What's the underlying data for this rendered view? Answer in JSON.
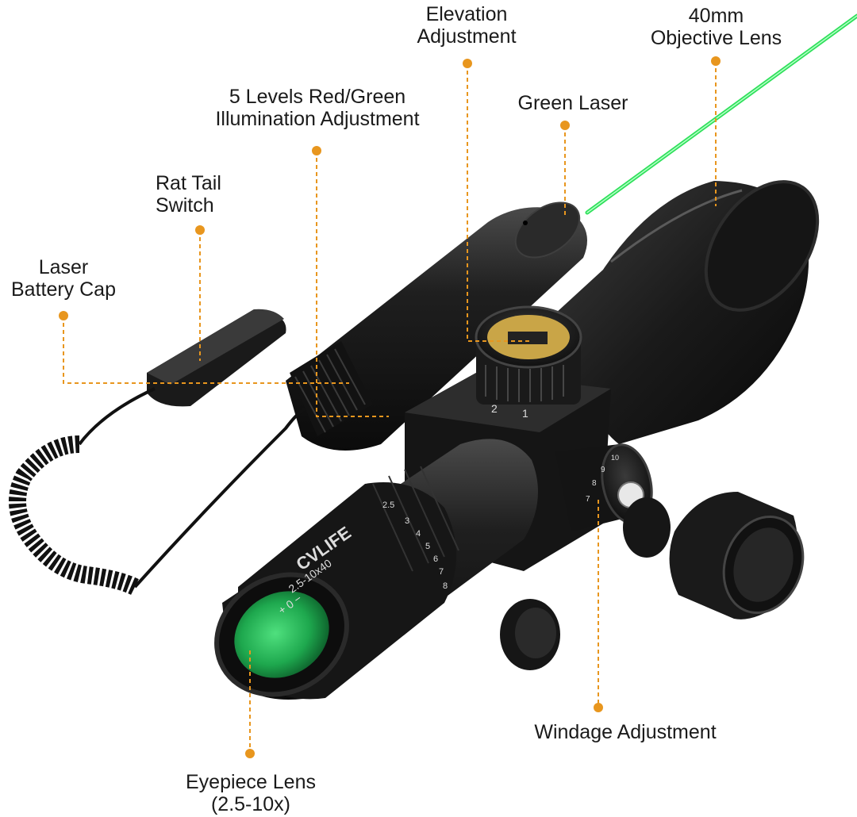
{
  "colors": {
    "callout": "#E8961E",
    "laser": "#2ee05a",
    "body": "#1c1c1c",
    "lens": "#2fbf63"
  },
  "product": {
    "brand": "CVLIFE",
    "model": "2.5-10x40",
    "parallax_marks": "+ 0 −",
    "magnification_marks": [
      "2.5",
      "3",
      "4",
      "5",
      "6",
      "7",
      "8"
    ],
    "elevation_marks": [
      "2",
      "1"
    ],
    "windage_marks": [
      "10",
      "9",
      "8",
      "7"
    ]
  },
  "callouts": {
    "elevation": {
      "line1": "Elevation",
      "line2": "Adjustment"
    },
    "objective": {
      "line1": "40mm",
      "line2": "Objective Lens"
    },
    "illumination": {
      "line1": "5 Levels Red/Green",
      "line2": "Illumination Adjustment"
    },
    "green_laser": {
      "line1": "Green Laser"
    },
    "rat_tail": {
      "line1": "Rat Tail",
      "line2": "Switch"
    },
    "battery_cap": {
      "line1": "Laser",
      "line2": "Battery Cap"
    },
    "windage": {
      "line1": "Windage Adjustment"
    },
    "eyepiece": {
      "line1": "Eyepiece Lens",
      "line2": "(2.5-10x)"
    }
  }
}
